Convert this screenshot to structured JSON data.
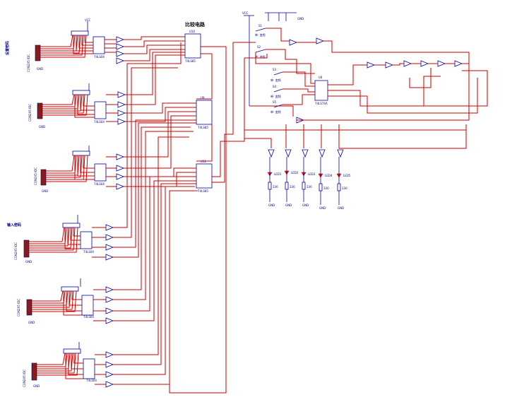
{
  "diagram": {
    "title": "比较电路",
    "section_password": "设置密码",
    "section_input": "输入密码",
    "connector_part": "CON2X5 IDC",
    "ic_comparators": [
      {
        "ref": "U10",
        "part": "74LS85"
      },
      {
        "ref": "U9",
        "part": "74LS85"
      },
      {
        "ref": "U11",
        "part": "74LS85"
      }
    ],
    "ic_counter": {
      "ref": "U4",
      "part": "74LS74A"
    },
    "buffer_part": "74LS04",
    "switch_labels": [
      "S1",
      "S2",
      "S3",
      "S4",
      "S5"
    ],
    "switch_texts": [
      "单: 变频",
      "单: 变频",
      "单: 变频",
      "单: 变频",
      "单: 变频"
    ],
    "led_labels": [
      "LED1",
      "LED2",
      "LED3",
      "LED4",
      "LED5"
    ],
    "resistor_value": "330",
    "power_label": "VCC",
    "ground_label": "GND"
  }
}
